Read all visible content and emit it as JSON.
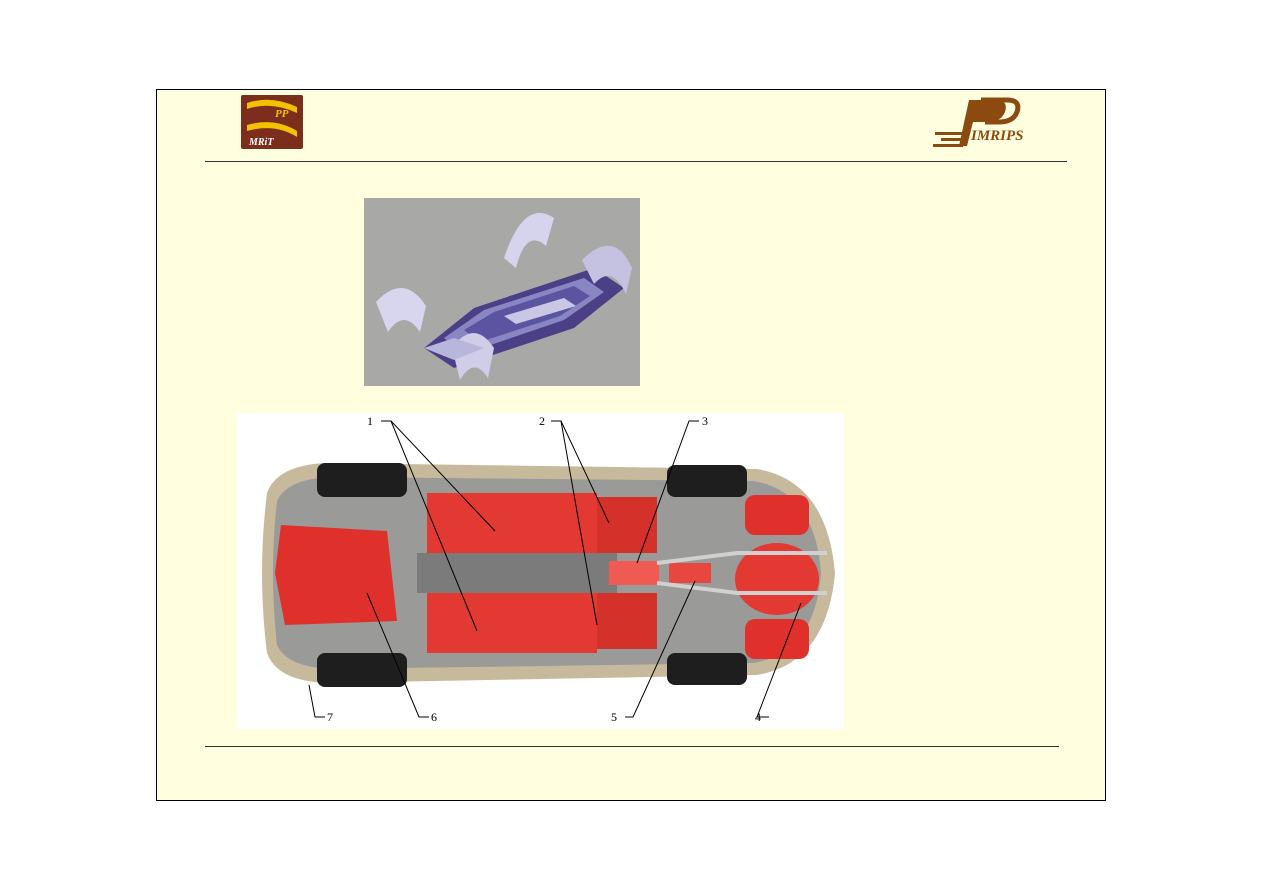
{
  "logos": {
    "left": {
      "text_top": "PP",
      "text_bottom": "MRiT"
    },
    "right": {
      "text": "IMRIPS"
    }
  },
  "figures": {
    "top": {
      "label": "underbody-3d-model"
    },
    "bottom": {
      "label": "vehicle-underbody-panels",
      "callouts": [
        "1",
        "2",
        "3",
        "4",
        "5",
        "6",
        "7"
      ]
    }
  },
  "colors": {
    "slide_bg": "#ffffe0",
    "panel_red": "#e0302c",
    "logo_brown": "#6b2a1a",
    "logo_yellow": "#f2c200"
  }
}
